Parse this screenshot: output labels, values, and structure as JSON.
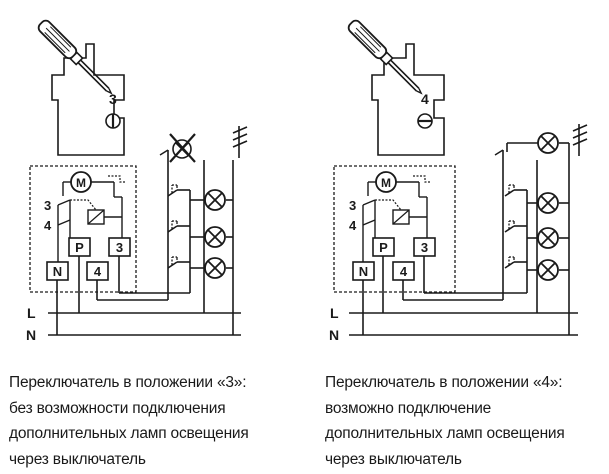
{
  "left": {
    "position_number": "3",
    "relay_labels": {
      "motor": "M",
      "contact_upper": "3",
      "contact_lower": "4",
      "box_p": "P",
      "box_3": "3",
      "box_n": "N",
      "box_4": "4"
    },
    "line_labels": {
      "l": "L",
      "n": "N"
    },
    "caption": [
      "Переключатель в положении «3»:",
      "без возможности подключения",
      "дополнительных ламп освещения",
      "через выключатель"
    ]
  },
  "right": {
    "position_number": "4",
    "relay_labels": {
      "motor": "M",
      "contact_upper": "3",
      "contact_lower": "4",
      "box_p": "P",
      "box_3": "3",
      "box_n": "N",
      "box_4": "4"
    },
    "line_labels": {
      "l": "L",
      "n": "N"
    },
    "caption": [
      "Переключатель в положении «4»:",
      "возможно подключение",
      "дополнительных ламп освещения",
      "через выключатель"
    ]
  }
}
